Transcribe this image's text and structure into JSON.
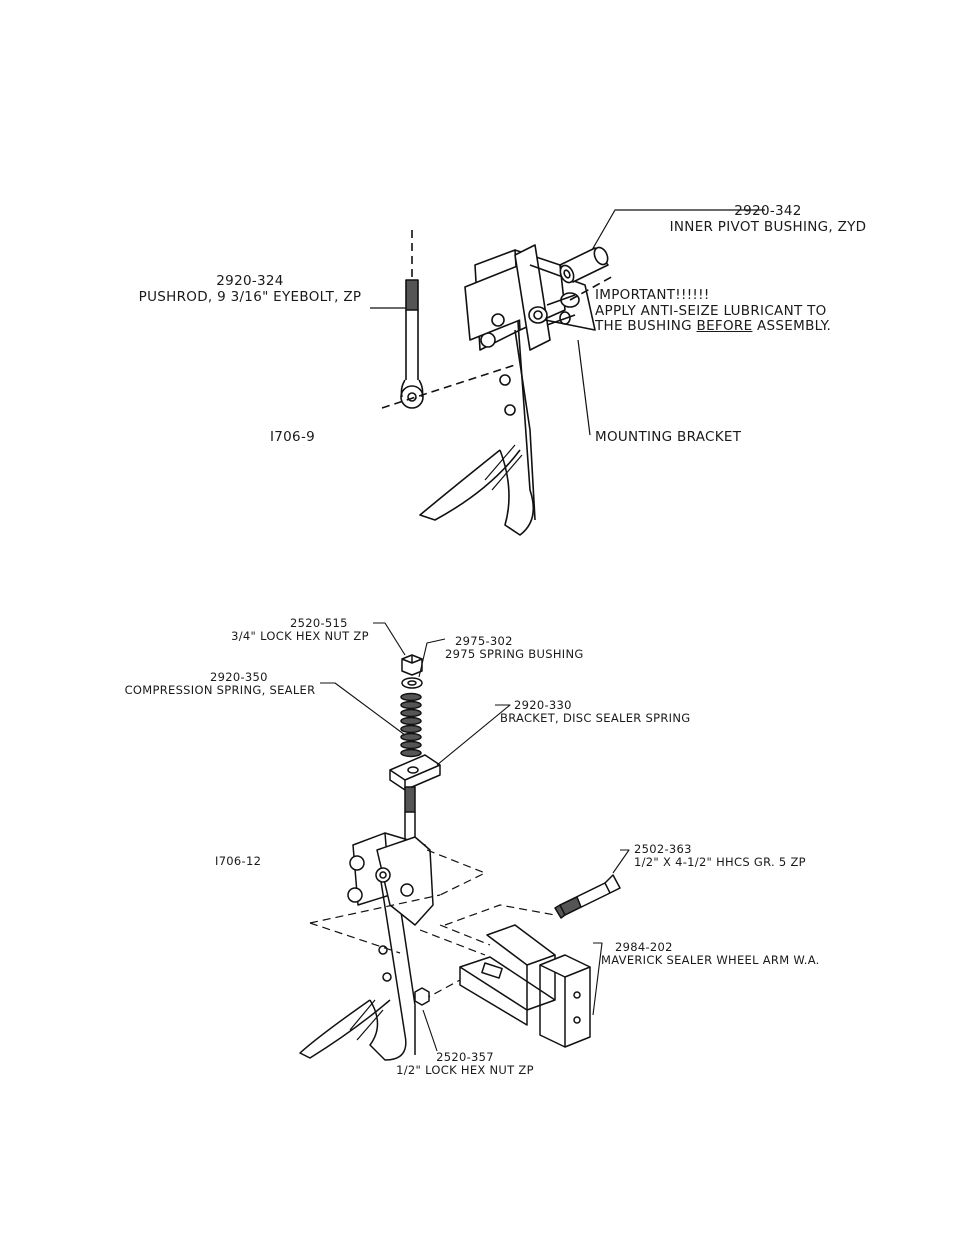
{
  "figure1": {
    "drawing_id": "I706-9",
    "callouts": {
      "bushing": {
        "part": "2920-342",
        "desc": "INNER PIVOT BUSHING, ZYD"
      },
      "pushrod": {
        "part": "2920-324",
        "desc": "PUSHROD, 9 3/16\" EYEBOLT, ZP"
      },
      "mounting_bracket": "MOUNTING BRACKET"
    },
    "note": {
      "title": "IMPORTANT!!!!!!",
      "line1": "APPLY ANTI-SEIZE LUBRICANT TO",
      "line2_pre": "THE BUSHING ",
      "line2_emph": "BEFORE",
      "line2_post": " ASSEMBLY."
    }
  },
  "figure2": {
    "drawing_id": "I706-12",
    "callouts": {
      "top_nut": {
        "part": "2520-515",
        "desc": "3/4\" LOCK HEX NUT ZP"
      },
      "spring_bushing": {
        "part": "2975-302",
        "desc": "2975 SPRING BUSHING"
      },
      "spring": {
        "part": "2920-350",
        "desc": "COMPRESSION SPRING, SEALER"
      },
      "spring_bracket": {
        "part": "2920-330",
        "desc": "BRACKET, DISC SEALER SPRING"
      },
      "bolt": {
        "part": "2502-363",
        "desc": "1/2\" X 4-1/2\" HHCS GR. 5 ZP"
      },
      "wheel_arm": {
        "part": "2984-202",
        "desc": "MAVERICK SEALER WHEEL ARM W.A."
      },
      "bottom_nut": {
        "part": "2520-357",
        "desc": "1/2\" LOCK HEX NUT ZP"
      }
    }
  }
}
